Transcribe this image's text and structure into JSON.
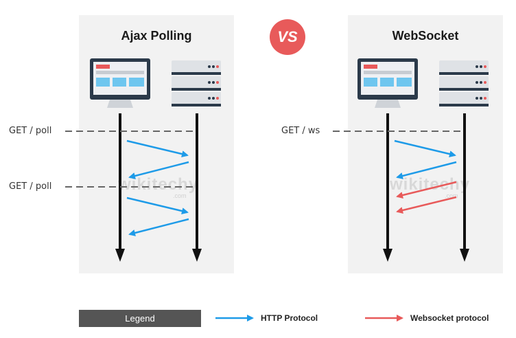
{
  "left_panel": {
    "title": "Ajax Polling",
    "labels": [
      "GET / poll",
      "GET / poll"
    ]
  },
  "right_panel": {
    "title": "WebSocket",
    "labels": [
      "GET / ws"
    ]
  },
  "vs_badge": "VS",
  "watermark": {
    "brand": "wikitechy",
    "sub": ".com"
  },
  "legend": {
    "title": "Legend",
    "items": [
      {
        "label": "HTTP Protocol",
        "color": "#1e9be8"
      },
      {
        "label": "Websocket protocol",
        "color": "#e85a5a"
      }
    ]
  },
  "colors": {
    "http": "#1e9be8",
    "websocket": "#e85a5a",
    "panel": "#f2f2f2",
    "badge": "#e85a5a"
  }
}
